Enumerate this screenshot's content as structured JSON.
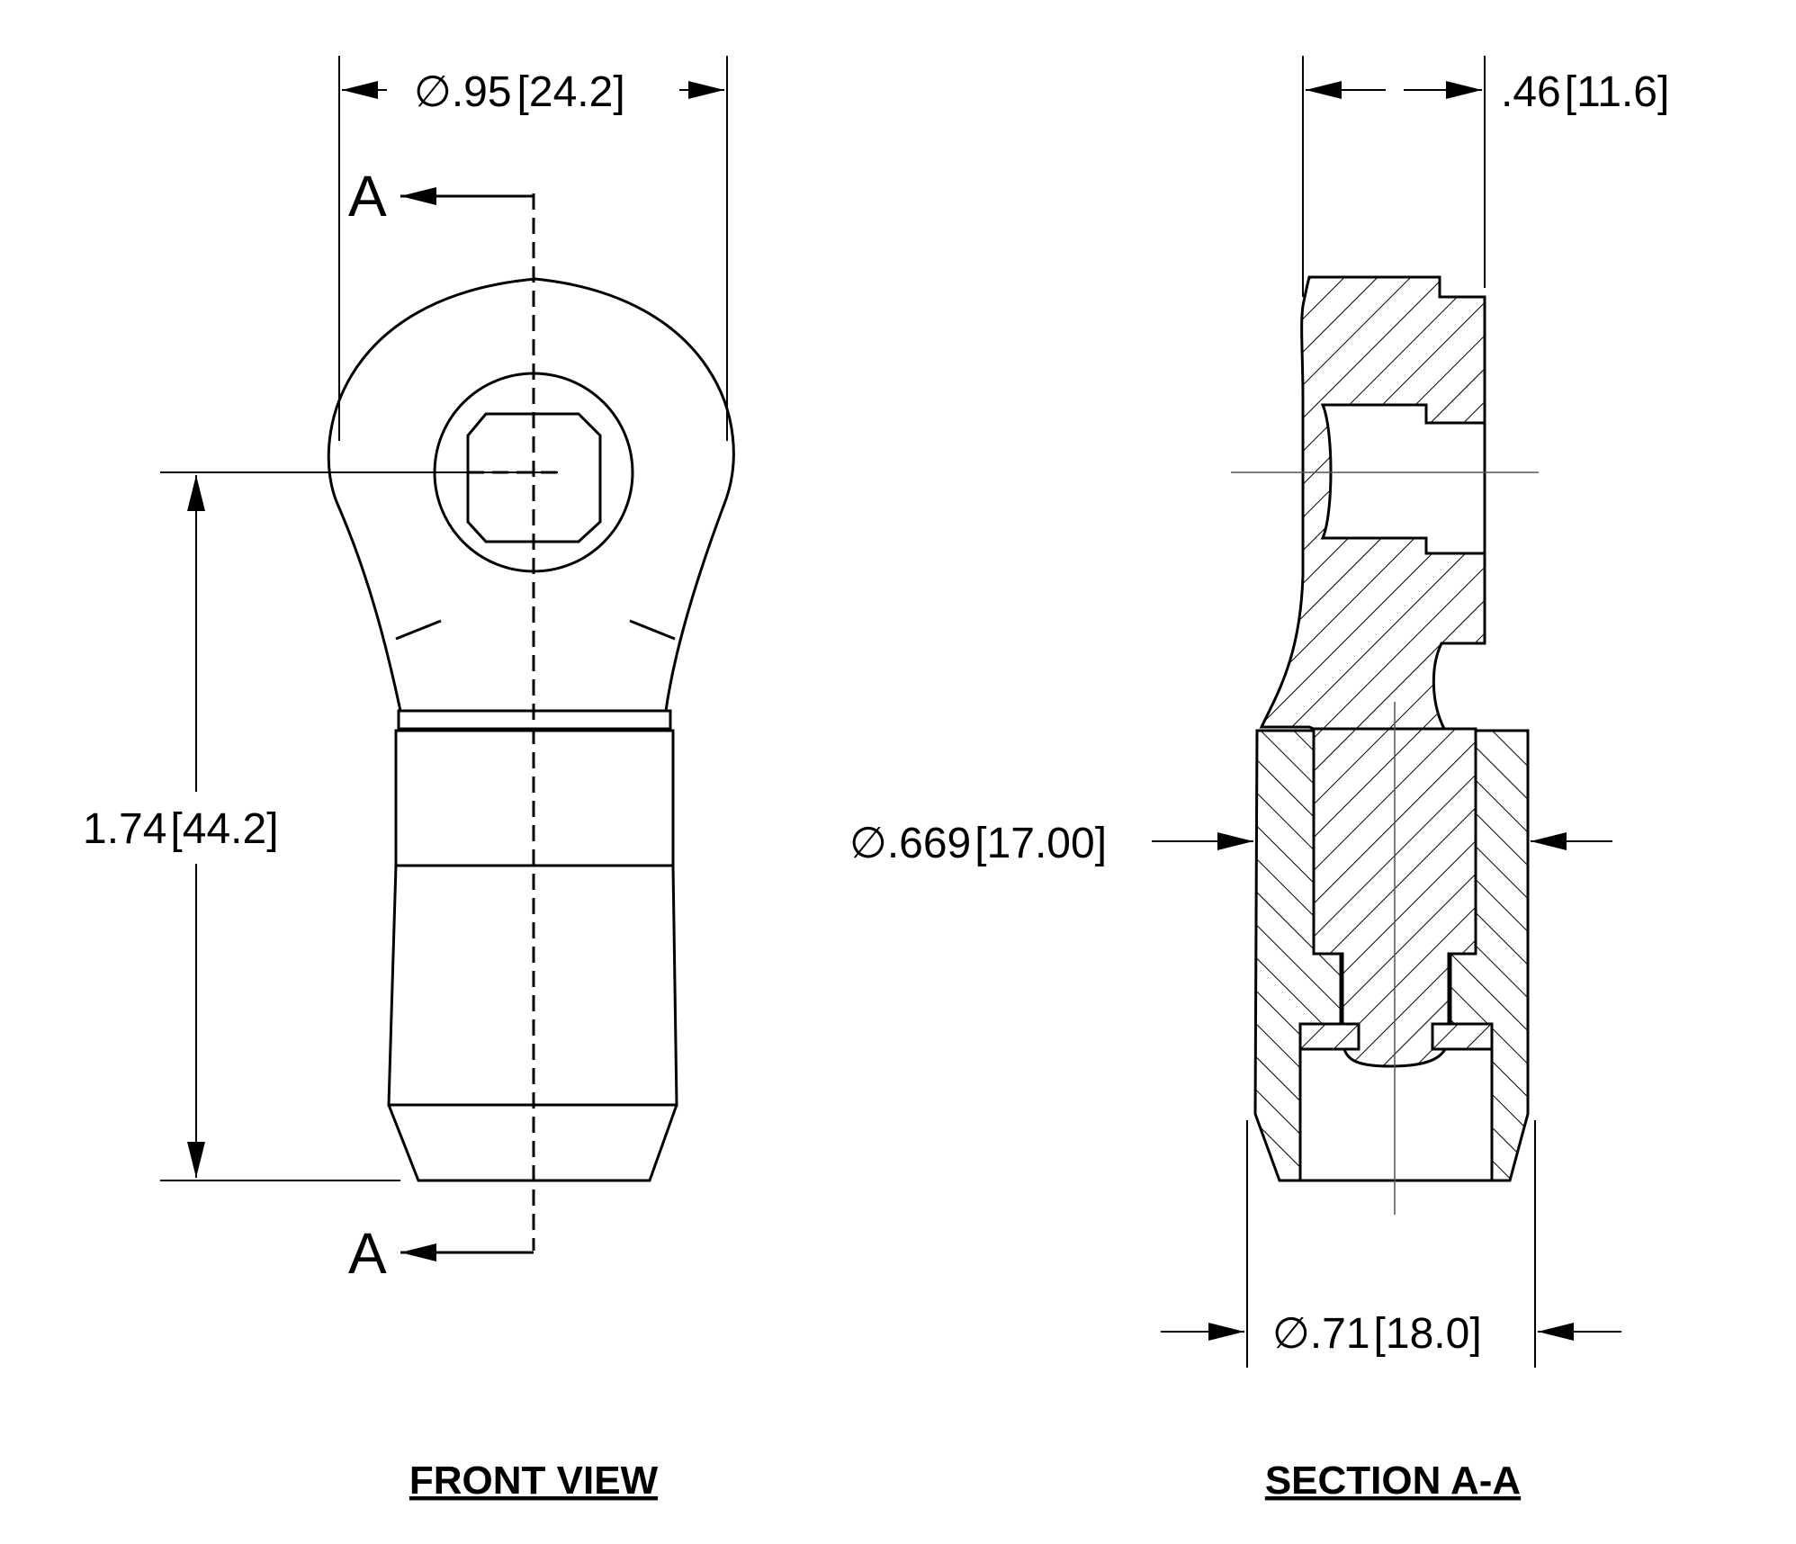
{
  "front_view": {
    "title": "FRONT VIEW",
    "section_letter_top": "A",
    "section_letter_bottom": "A",
    "dim_width": {
      "symbol": "∅",
      "imperial": ".95",
      "metric": "24.2"
    },
    "dim_height": {
      "imperial": "1.74",
      "metric": "44.2"
    }
  },
  "section_view": {
    "title": "SECTION A-A",
    "dim_thickness": {
      "imperial": ".46",
      "metric": "11.6"
    },
    "dim_bore": {
      "symbol": "∅",
      "imperial": ".669",
      "metric": "17.00"
    },
    "dim_outer": {
      "symbol": "∅",
      "imperial": ".71",
      "metric": "18.0"
    }
  }
}
